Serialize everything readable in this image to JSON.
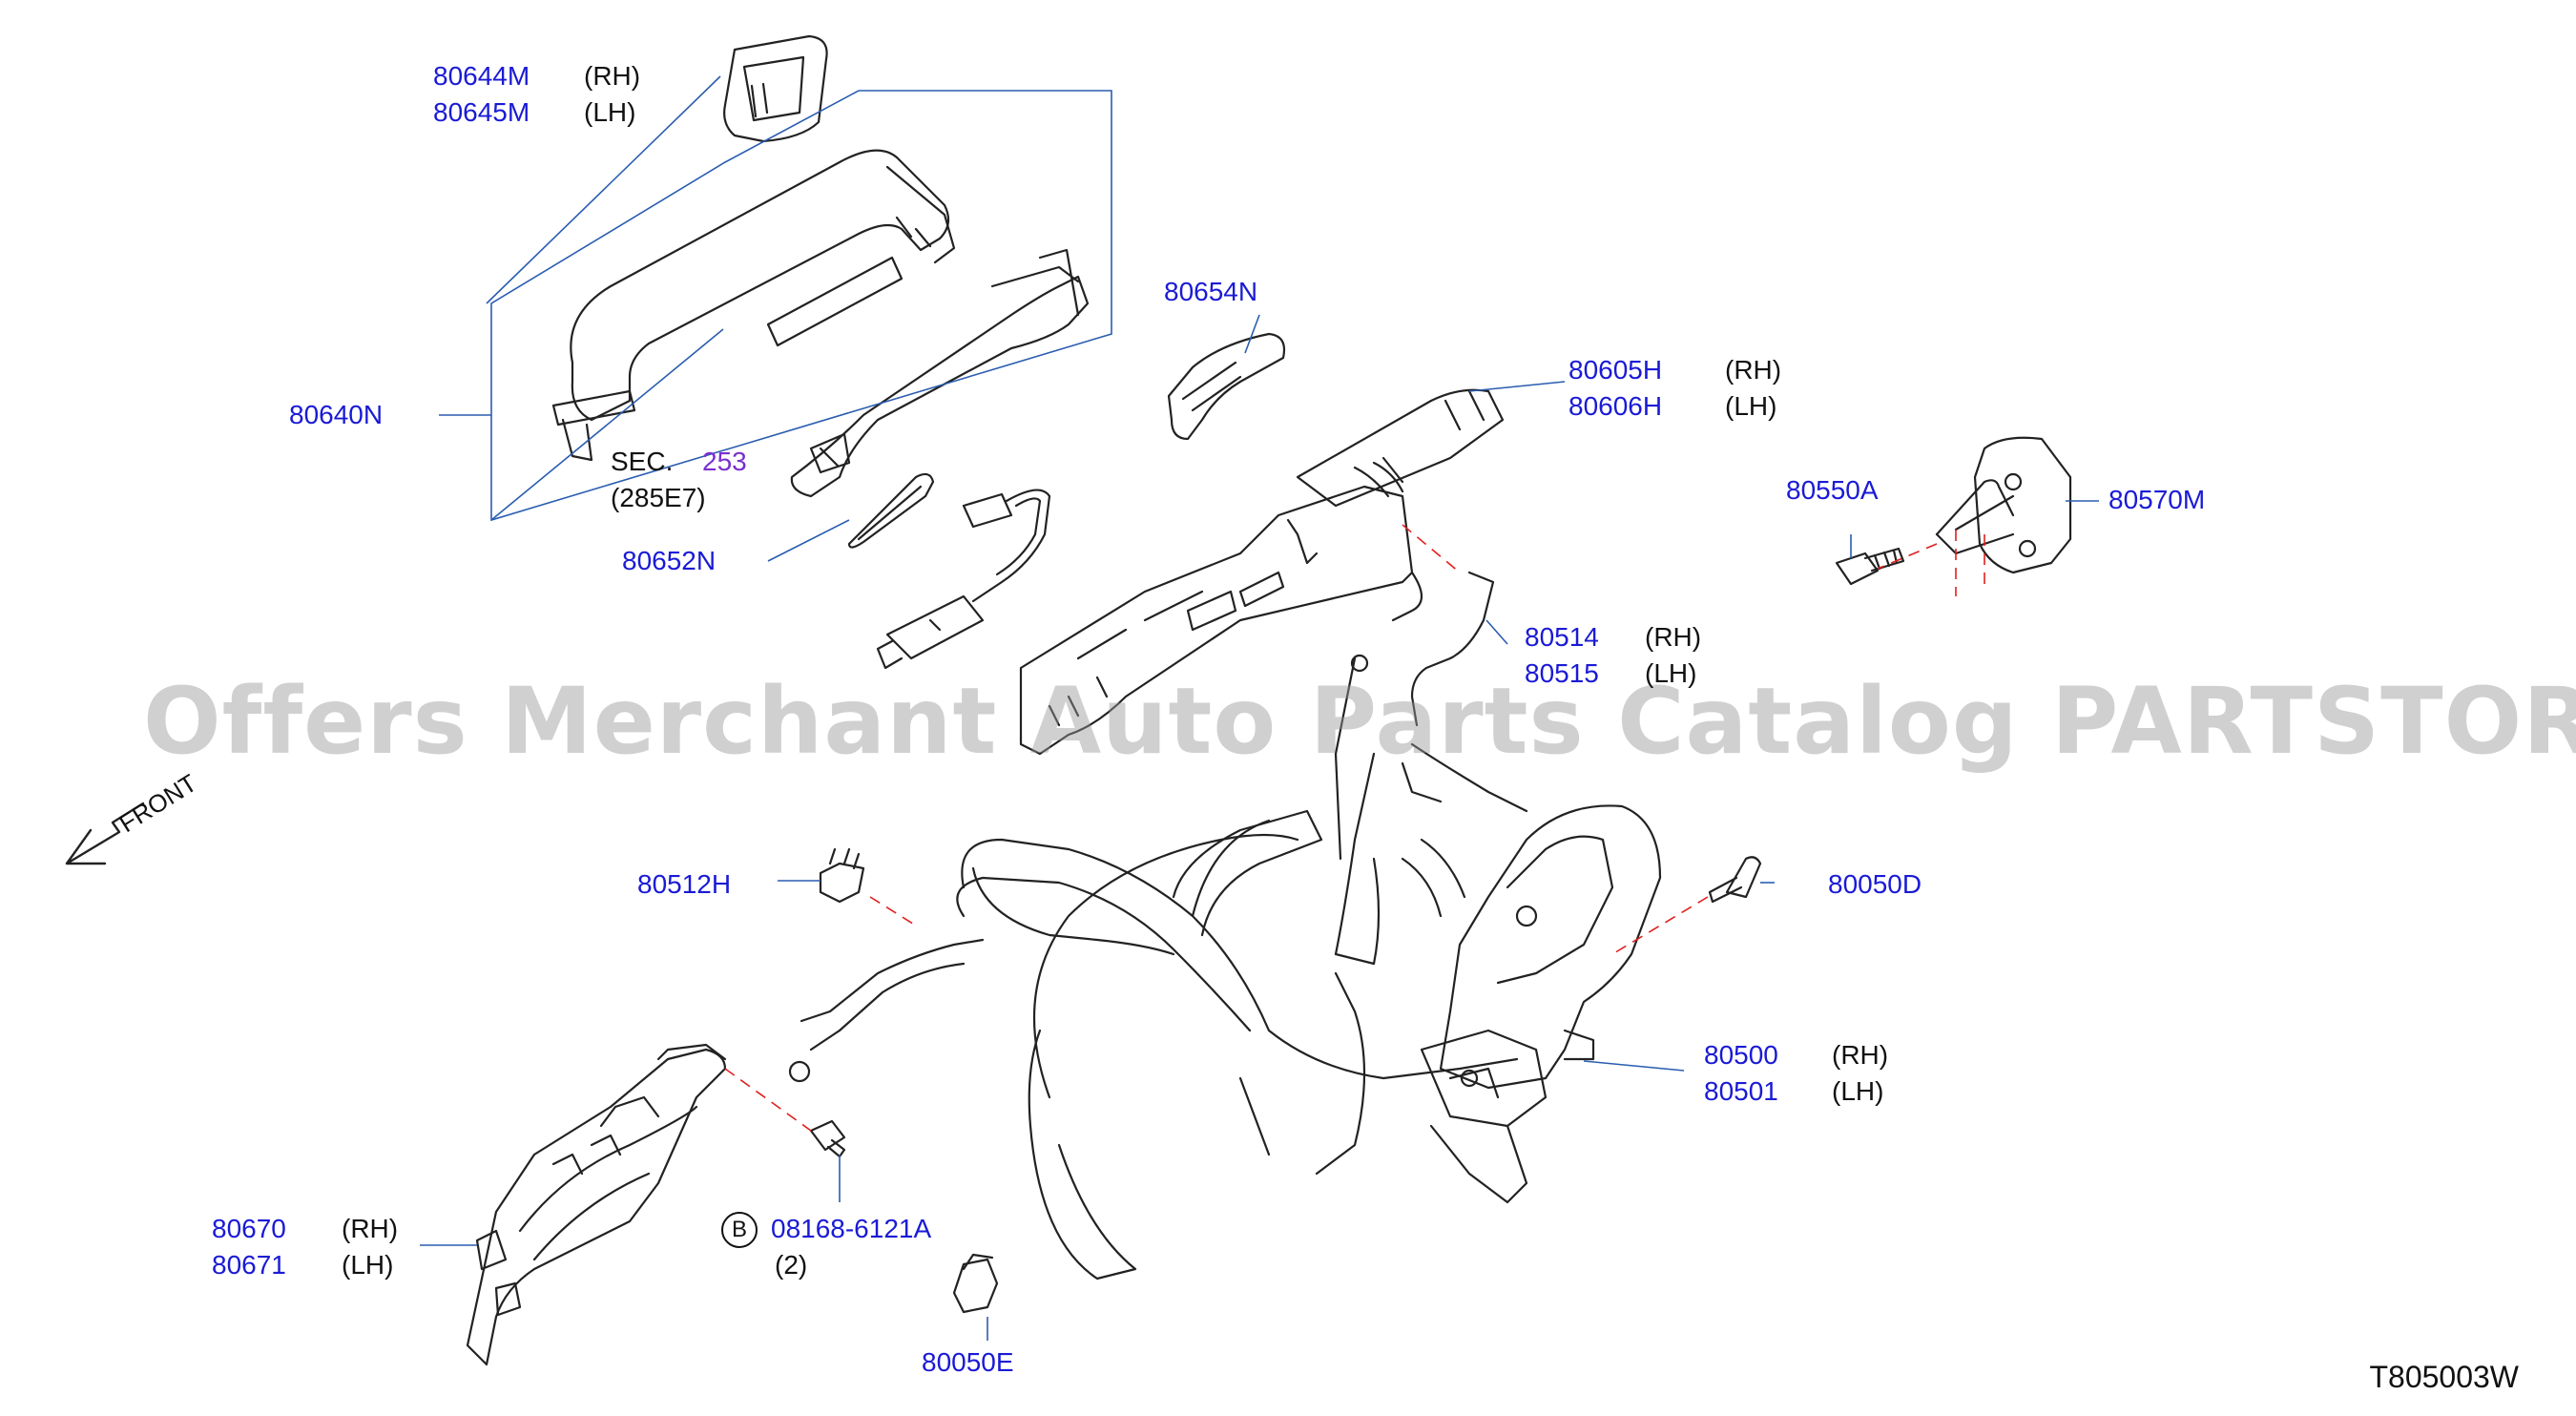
{
  "watermark": "Offers Merchant Auto Parts Catalog PARTSTORE.SA",
  "diagram_code": "T805003W",
  "front_label": "FRONT",
  "sec_ref": {
    "prefix": "SEC.",
    "number": "253",
    "sub": "(285E7)"
  },
  "bolt_ref": {
    "marker": "B",
    "part": "08168-6121A",
    "qty": "(2)"
  },
  "parts": {
    "p80644": {
      "number": "80644M",
      "side": "(RH)"
    },
    "p80645": {
      "number": "80645M",
      "side": "(LH)"
    },
    "p80640": {
      "number": "80640N"
    },
    "p80652": {
      "number": "80652N"
    },
    "p80654": {
      "number": "80654N"
    },
    "p80605": {
      "number": "80605H",
      "side": "(RH)"
    },
    "p80606": {
      "number": "80606H",
      "side": "(LH)"
    },
    "p80550": {
      "number": "80550A"
    },
    "p80570": {
      "number": "80570M"
    },
    "p80514": {
      "number": "80514",
      "side": "(RH)"
    },
    "p80515": {
      "number": "80515",
      "side": "(LH)"
    },
    "p80512": {
      "number": "80512H"
    },
    "p80050d": {
      "number": "80050D"
    },
    "p80500": {
      "number": "80500",
      "side": "(RH)"
    },
    "p80501": {
      "number": "80501",
      "side": "(LH)"
    },
    "p80670": {
      "number": "80670",
      "side": "(RH)"
    },
    "p80671": {
      "number": "80671",
      "side": "(LH)"
    },
    "p80050e": {
      "number": "80050E"
    }
  },
  "colors": {
    "part_number": "#1a1ad6",
    "leader": "#2a5db0",
    "dash": "#e02020",
    "linework": "#222222",
    "watermark": "#969696",
    "sec_number": "#7a2fd0"
  }
}
